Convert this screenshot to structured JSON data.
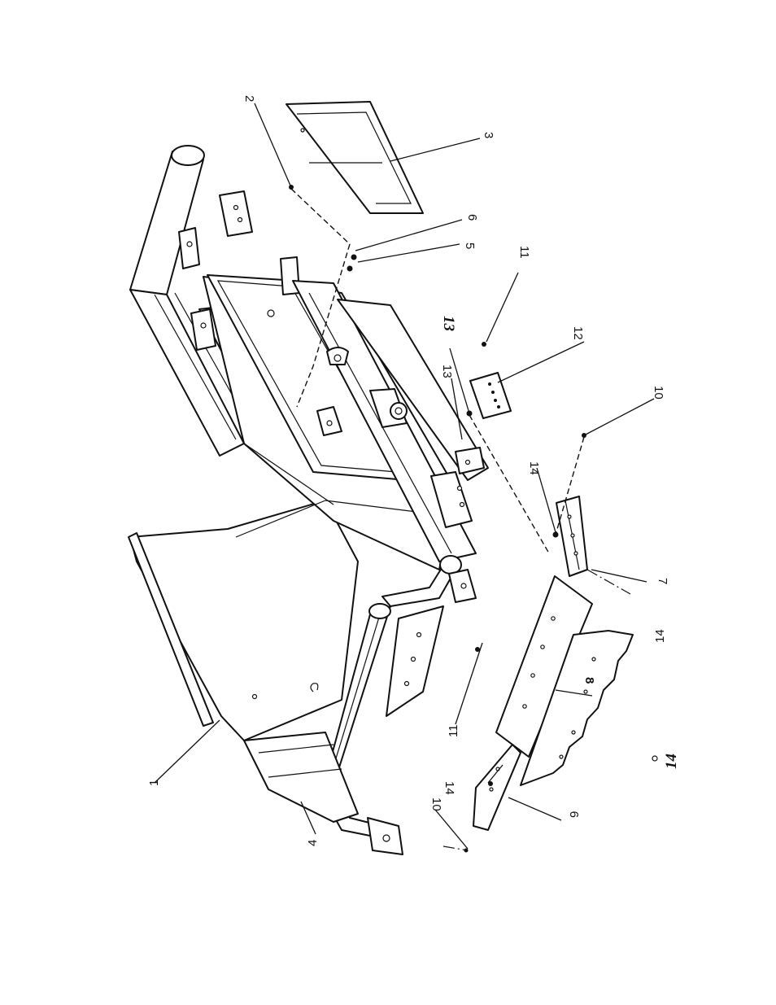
{
  "callouts": [
    {
      "id": "c1",
      "text": "1"
    },
    {
      "id": "c2",
      "text": "2"
    },
    {
      "id": "c3",
      "text": "3"
    },
    {
      "id": "c4",
      "text": "4"
    },
    {
      "id": "c5",
      "text": "5"
    },
    {
      "id": "c6",
      "text": "6"
    },
    {
      "id": "c7",
      "text": "7"
    },
    {
      "id": "c8",
      "text": "8"
    },
    {
      "id": "c9",
      "text": "9"
    },
    {
      "id": "c10a",
      "text": "10"
    },
    {
      "id": "c10b",
      "text": "10"
    },
    {
      "id": "c11a",
      "text": "11"
    },
    {
      "id": "c11b",
      "text": "11"
    },
    {
      "id": "c12",
      "text": "12"
    },
    {
      "id": "c13a",
      "text": "13"
    },
    {
      "id": "c13b",
      "text": "13"
    },
    {
      "id": "c14a",
      "text": "14"
    },
    {
      "id": "c14b",
      "text": "14"
    },
    {
      "id": "c14c",
      "text": "14"
    },
    {
      "id": "c14d",
      "text": "14"
    }
  ]
}
